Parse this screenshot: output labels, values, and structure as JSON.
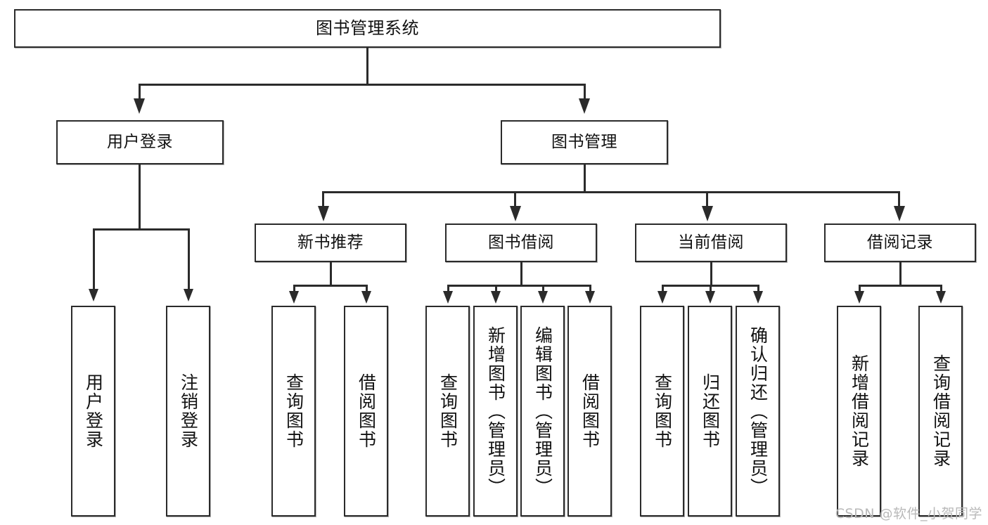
{
  "diagram": {
    "title": "图书管理系统",
    "type": "tree",
    "root": {
      "label": "图书管理系统"
    },
    "level2": [
      {
        "label": "用户登录"
      },
      {
        "label": "图书管理"
      }
    ],
    "level3": [
      {
        "label": "新书推荐"
      },
      {
        "label": "图书借阅"
      },
      {
        "label": "当前借阅"
      },
      {
        "label": "借阅记录"
      }
    ],
    "leaves": {
      "user_login": [
        {
          "label": "用户登录"
        },
        {
          "label": "注销登录"
        }
      ],
      "new_book_recommend": [
        {
          "label": "查询图书"
        },
        {
          "label": "借阅图书"
        }
      ],
      "book_borrow": [
        {
          "label": "查询图书"
        },
        {
          "label": "新增图书（管理员）"
        },
        {
          "label": "编辑图书（管理员）"
        },
        {
          "label": "借阅图书"
        }
      ],
      "current_borrow": [
        {
          "label": "查询图书"
        },
        {
          "label": "归还图书"
        },
        {
          "label": "确认归还（管理员）"
        }
      ],
      "borrow_record": [
        {
          "label": "新增借阅记录"
        },
        {
          "label": "查询借阅记录"
        }
      ]
    }
  },
  "watermark": {
    "text": "CSDN @软件_小贺同学"
  },
  "colors": {
    "border": "#2b2b2b",
    "background": "#ffffff",
    "text": "#111111",
    "watermark": "#b9b9b9"
  }
}
